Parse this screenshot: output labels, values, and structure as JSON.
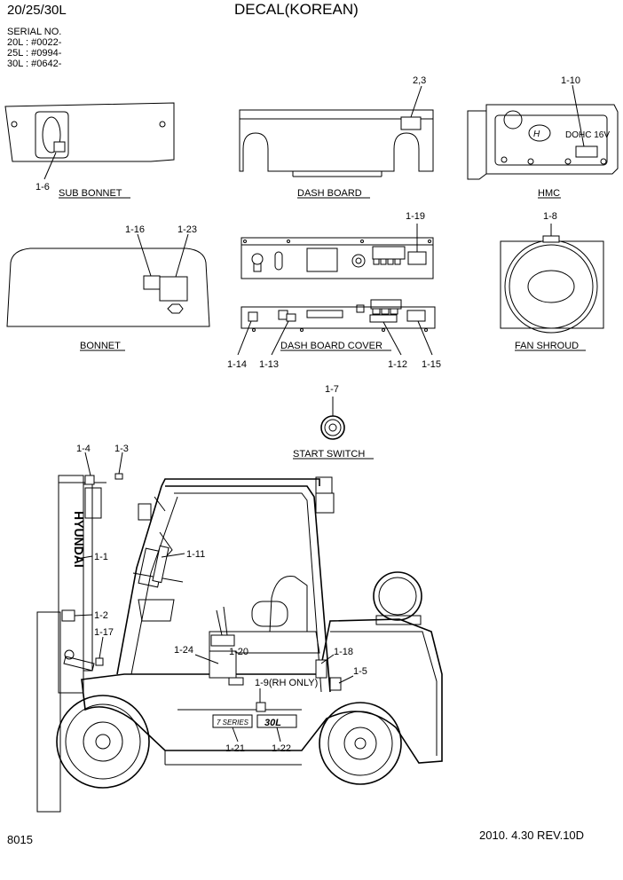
{
  "header": {
    "model": "20/25/30L",
    "title": "DECAL(KOREAN)",
    "serial_title": "SERIAL NO.",
    "serials": [
      "20L : #0022-",
      "25L : #0994-",
      "30L : #0642-"
    ]
  },
  "footer": {
    "page_no": "8015",
    "date_rev": "2010. 4.30  REV.10D"
  },
  "views": {
    "sub_bonnet": "SUB BONNET",
    "dash_board": "DASH BOARD",
    "hmc": "HMC",
    "bonnet": "BONNET",
    "dash_board_cover": "DASH BOARD COVER",
    "fan_shroud": "FAN SHROUD",
    "start_switch": "START SWITCH"
  },
  "callouts": {
    "c1_6": "1-6",
    "c2_3": "2,3",
    "c1_10": "1-10",
    "c1_16": "1-16",
    "c1_23": "1-23",
    "c1_19": "1-19",
    "c1_8": "1-8",
    "c1_14": "1-14",
    "c1_13": "1-13",
    "c1_12": "1-12",
    "c1_15": "1-15",
    "c1_7": "1-7",
    "c1_4": "1-4",
    "c1_3": "1-3",
    "c1_1": "1-1",
    "c1_11": "1-11",
    "c1_2": "1-2",
    "c1_17": "1-17",
    "c1_24": "1-24",
    "c1_20": "1-20",
    "c1_18": "1-18",
    "c1_5": "1-5",
    "c1_9": "1-9(RH ONLY)",
    "c1_21": "1-21",
    "c1_22": "1-22"
  },
  "decal_text": {
    "mast_brand": "HYUNDAI",
    "engine_plate": "DOHC  16V",
    "side_model": "30L",
    "side_series": "7 SERIES"
  }
}
